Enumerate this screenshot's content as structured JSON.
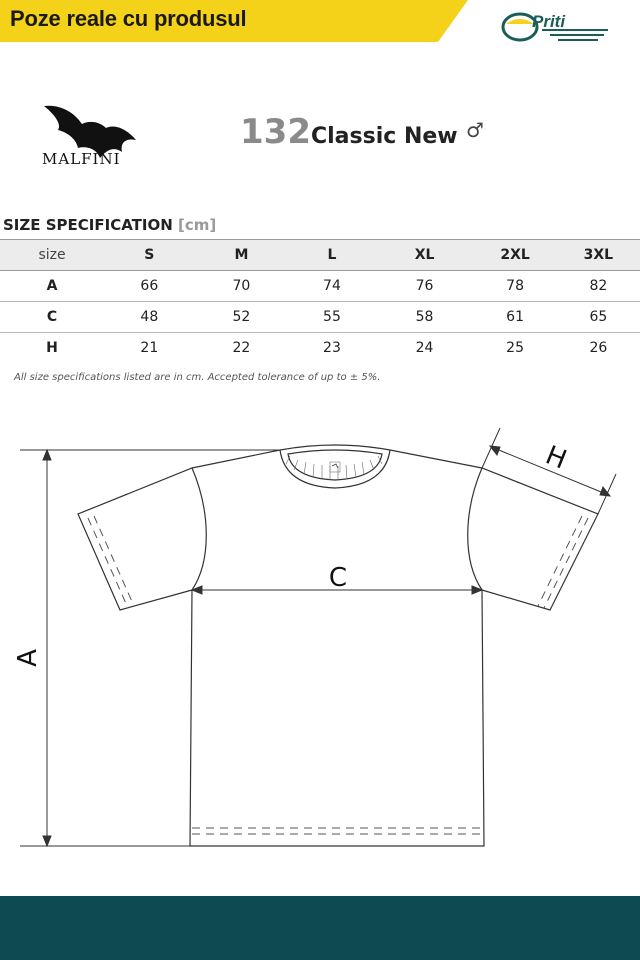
{
  "banner": {
    "title": "Poze reale cu produsul",
    "color": "#f5d21a"
  },
  "brand_logo": {
    "text": "Priti",
    "color": "#1b5e57",
    "icon": "priti-logo-icon"
  },
  "manufacturer": {
    "name": "MALFINI",
    "icon": "eagle-icon"
  },
  "product": {
    "number": "132",
    "name": "Classic New",
    "gender_symbol": "♂"
  },
  "spec": {
    "title": "SIZE SPECIFICATION",
    "unit": "[cm]"
  },
  "table": {
    "headers": [
      "size",
      "S",
      "M",
      "L",
      "XL",
      "2XL",
      "3XL"
    ],
    "rows": [
      {
        "label": "A",
        "values": [
          "66",
          "70",
          "74",
          "76",
          "78",
          "82"
        ]
      },
      {
        "label": "C",
        "values": [
          "48",
          "52",
          "55",
          "58",
          "61",
          "65"
        ]
      },
      {
        "label": "H",
        "values": [
          "21",
          "22",
          "23",
          "24",
          "25",
          "26"
        ]
      }
    ]
  },
  "note": "All size specifications listed are in cm. Accepted tolerance of up to ± 5%.",
  "diagram": {
    "label_a": "A",
    "label_c": "C",
    "label_h": "H"
  },
  "footer": {
    "color": "#0d4a52"
  }
}
